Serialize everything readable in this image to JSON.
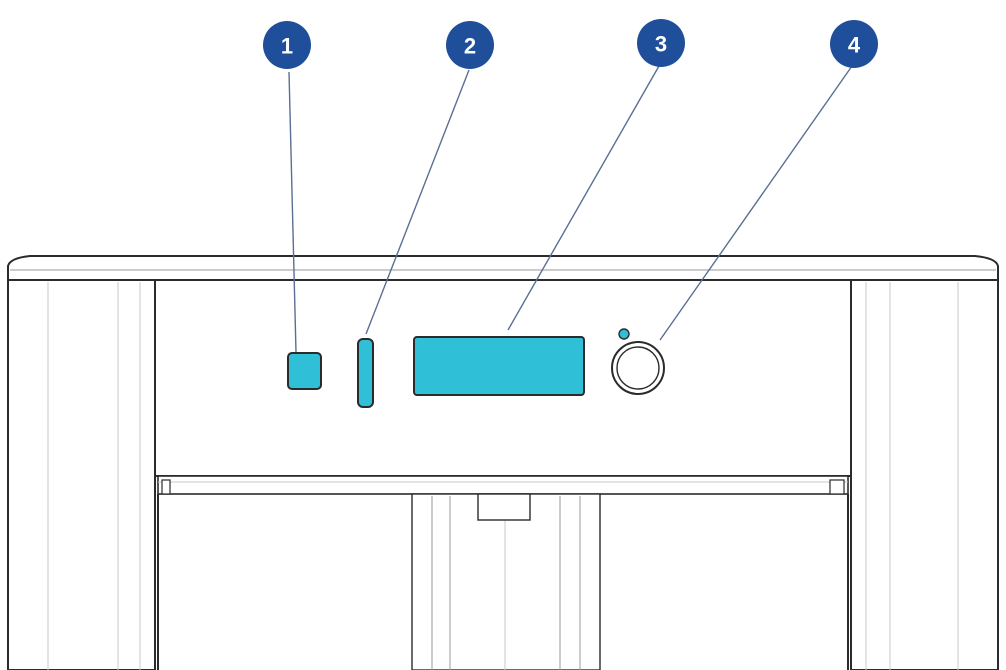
{
  "colors": {
    "badge": "#1f4e9a",
    "screen": "#2fbfd6",
    "outline": "#2b2b2b"
  },
  "callouts": [
    {
      "number": "1",
      "target": "square-button"
    },
    {
      "number": "2",
      "target": "led-light-bar"
    },
    {
      "number": "3",
      "target": "display-screen"
    },
    {
      "number": "4",
      "target": "control-knob"
    }
  ]
}
